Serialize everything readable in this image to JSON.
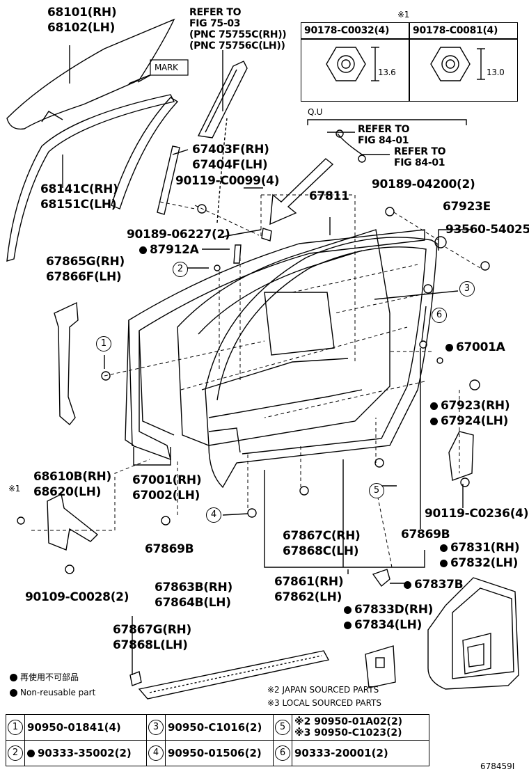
{
  "labels": {
    "glass_rh": "68101(RH)",
    "glass_lh": "68102(LH)",
    "mark": "MARK",
    "refer1": "REFER TO",
    "refer2": "FIG 75-03",
    "refer3": "(PNC 75755C(RH))",
    "refer4": "(PNC 75756C(LH))",
    "run_rh": "68141C(RH)",
    "run_lh": "68151C(LH)",
    "garnish_rh": "67403F(RH)",
    "garnish_lh": "67404F(LH)",
    "screw_c0099": "90119-C0099(4)",
    "clip_04200": "90189-04200(2)",
    "p67811": "67811",
    "p67923e": "67923E",
    "p93560": "93560-54025",
    "clip_06227": "90189-06227(2)",
    "p87912a": "87912A",
    "seal_rh": "67865G(RH)",
    "seal_lh": "67866F(LH)",
    "p67001a": "67001A",
    "cover_rh": "67923(RH)",
    "cover_lh": "67924(LH)",
    "door_rh": "67001(RH)",
    "door_lh": "67002(LH)",
    "check_rh": "68610B(RH)",
    "check_lh": "68620(LH)",
    "ref_mark1": "※1",
    "screw_c0236": "90119-C0236(4)",
    "p67869b_left": "67869B",
    "p67869b_right": "67869B",
    "weather_rh": "67867C(RH)",
    "weather_lh": "67868C(LH)",
    "trim_rh": "67831(RH)",
    "trim_lh": "67832(LH)",
    "bolt_c0028": "90109-C0028(2)",
    "mould_rh": "67863B(RH)",
    "mould_lh": "67864B(LH)",
    "strip_rh": "67861(RH)",
    "strip_lh": "67862(LH)",
    "p67837b": "67837B",
    "low_rh": "67867G(RH)",
    "low_lh": "67868L(LH)",
    "film_rh": "67833D(RH)",
    "film_lh": "67834(LH)",
    "qu": "Q.U",
    "refer_b1": "REFER TO",
    "refer_b2": "FIG 84-01",
    "refer_c1": "REFER TO",
    "refer_c2": "FIG 84-01"
  },
  "nut_table": {
    "mark": "※1",
    "left_code": "90178-C0032(4)",
    "right_code": "90178-C0081(4)",
    "left_dim": "13.6",
    "right_dim": "13.0"
  },
  "callouts": [
    "1",
    "2",
    "3",
    "4",
    "5",
    "6"
  ],
  "legend": {
    "jp": "再使用不可部品",
    "en": "Non-reusable part",
    "note2": "※2 JAPAN SOURCED PARTS",
    "note3": "※3 LOCAL SOURCED PARTS"
  },
  "parts_table": {
    "r1c1": "90950-01841(4)",
    "r1c2": "90950-C1016(2)",
    "r1c3a": "※2 90950-01A02(2)",
    "r1c3b": "※3 90950-C1023(2)",
    "r2c1": "90333-35002(2)",
    "r2c2": "90950-01506(2)",
    "r2c3": "90333-20001(2)"
  },
  "figure_id": "678459I"
}
